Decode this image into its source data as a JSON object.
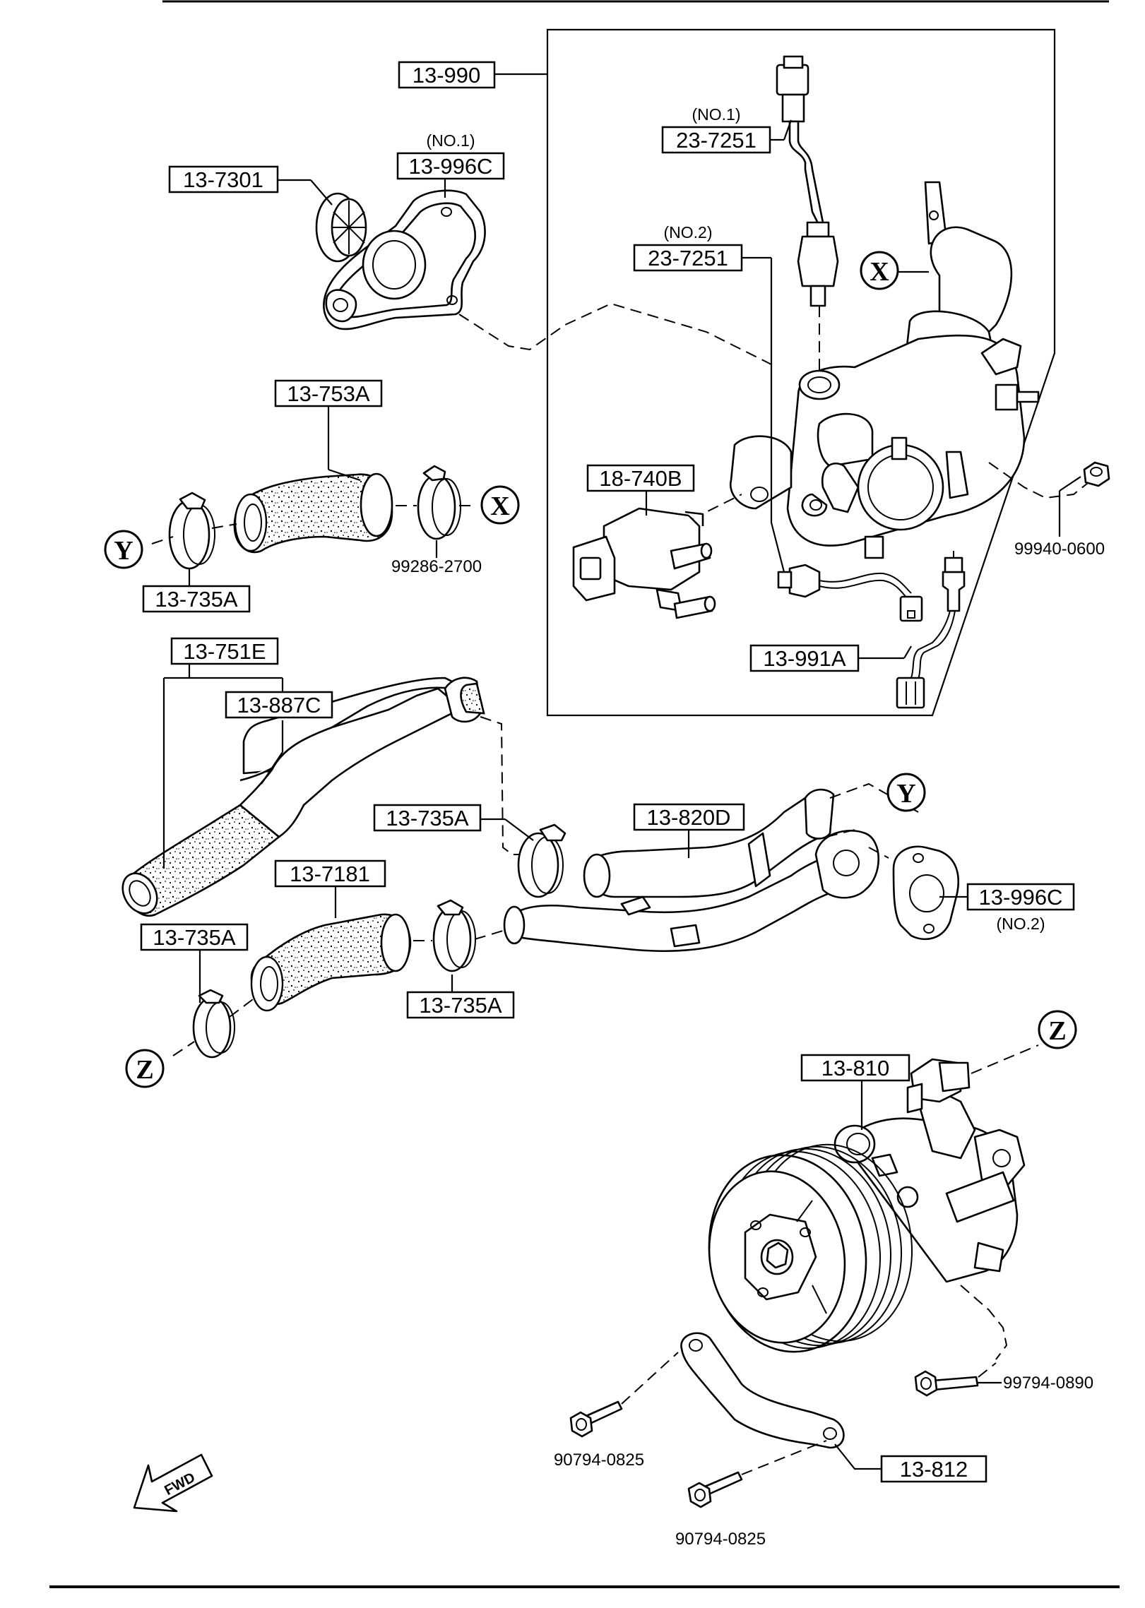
{
  "parts": {
    "p13_990": "13-990",
    "p13_7301": "13-7301",
    "p13_996C_a": "13-996C",
    "p13_996C_a_note": "(NO.1)",
    "p23_7251_a": "23-7251",
    "p23_7251_a_note": "(NO.1)",
    "p23_7251_b": "23-7251",
    "p23_7251_b_note": "(NO.2)",
    "p13_753A": "13-753A",
    "p99286": "99286-2700",
    "p13_735A_1": "13-735A",
    "p18_740B": "18-740B",
    "p99940": "99940-0600",
    "p13_991A": "13-991A",
    "p13_751E": "13-751E",
    "p13_887C": "13-887C",
    "p13_735A_2": "13-735A",
    "p13_820D": "13-820D",
    "p13_7181": "13-7181",
    "p13_735A_3": "13-735A",
    "p13_735A_4": "13-735A",
    "p13_996C_b": "13-996C",
    "p13_996C_b_note": "(NO.2)",
    "p13_810": "13-810",
    "p99794": "99794-0890",
    "p90794_a": "90794-0825",
    "p90794_b": "90794-0825",
    "p13_812": "13-812"
  },
  "connectors": {
    "x": "X",
    "y": "Y",
    "z": "Z"
  },
  "fwd": "FWD"
}
